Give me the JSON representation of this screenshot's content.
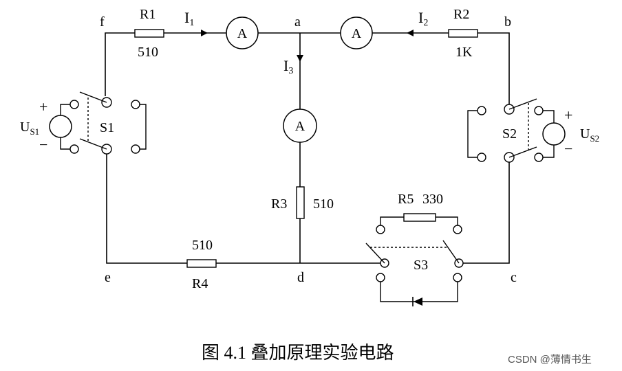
{
  "nodes": {
    "a": "a",
    "b": "b",
    "c": "c",
    "d": "d",
    "e": "e",
    "f": "f"
  },
  "resistors": {
    "r1": {
      "name": "R1",
      "value": "510"
    },
    "r2": {
      "name": "R2",
      "value": "1K"
    },
    "r3": {
      "name": "R3",
      "value": "510"
    },
    "r4": {
      "name": "R4",
      "value": "510"
    },
    "r5": {
      "name": "R5",
      "value": "330"
    }
  },
  "currents": {
    "i1": {
      "base": "I",
      "sub": "1"
    },
    "i2": {
      "base": "I",
      "sub": "2"
    },
    "i3": {
      "base": "I",
      "sub": "3"
    }
  },
  "ammeter_label": "A",
  "sources": {
    "us1": {
      "base": "U",
      "sub": "S1"
    },
    "us2": {
      "base": "U",
      "sub": "S2"
    }
  },
  "polarity": {
    "plus": "+",
    "minus": "−"
  },
  "switches": {
    "s1": "S1",
    "s2": "S2",
    "s3": "S3"
  },
  "caption": "图 4.1  叠加原理实验电路",
  "watermark": "CSDN @薄情书生"
}
